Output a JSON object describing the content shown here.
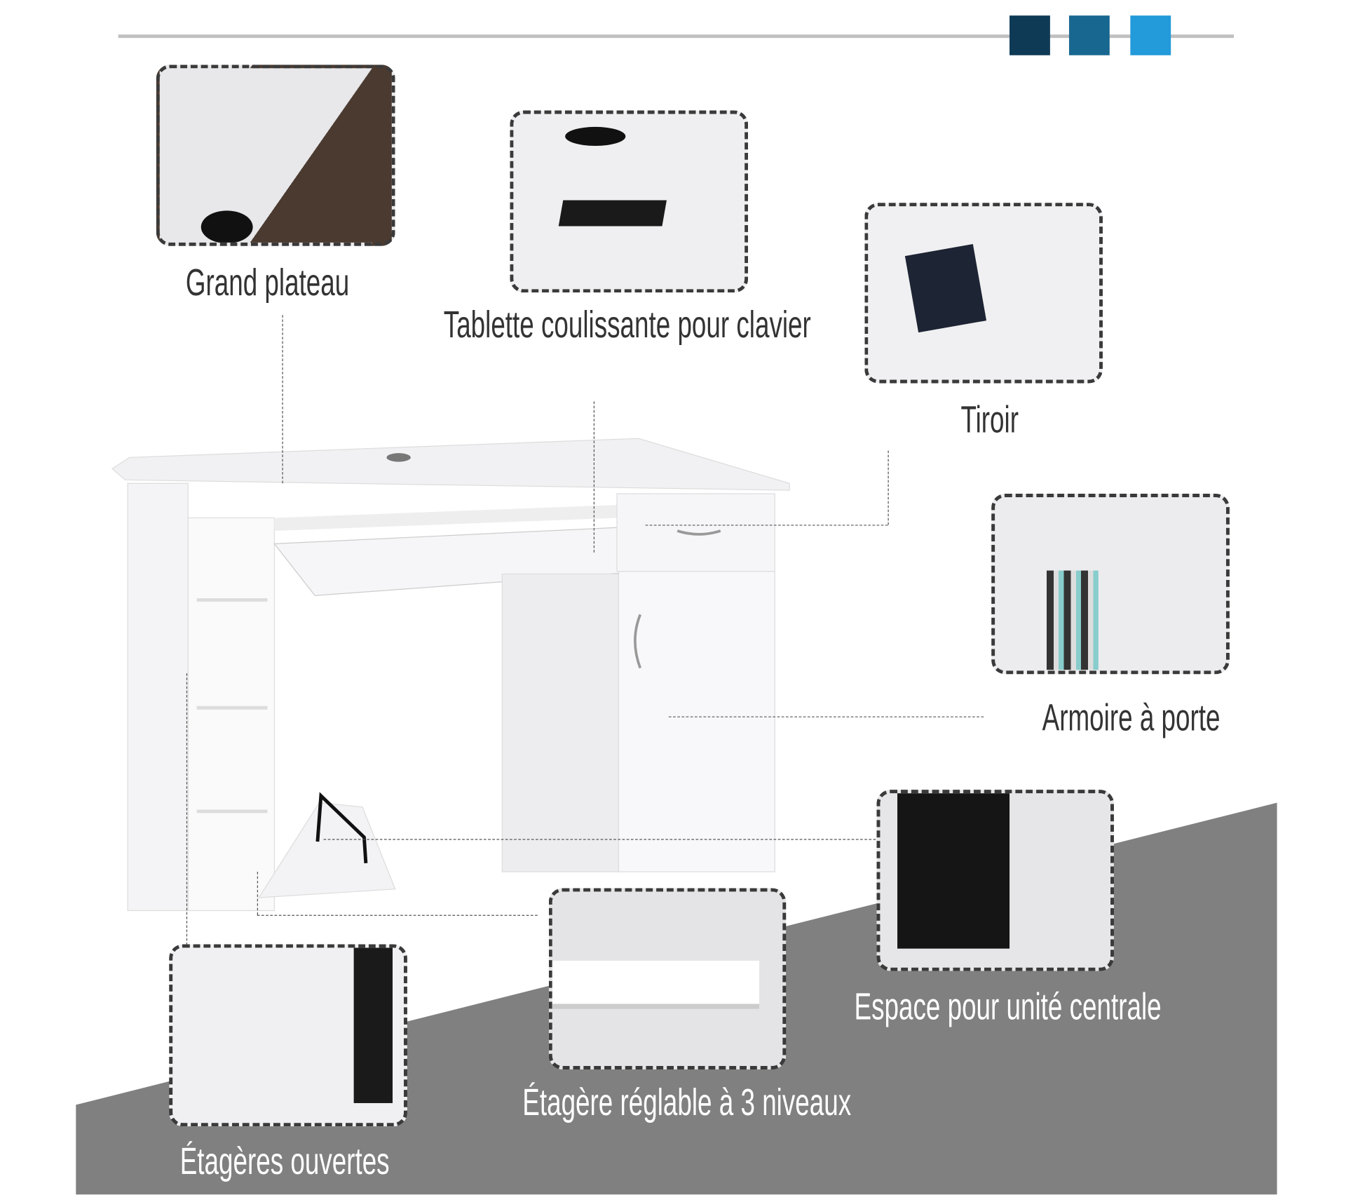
{
  "header": {
    "swatches": [
      "#0e3a56",
      "#186791",
      "#239ad9"
    ],
    "rule_color": "#c0c0c0"
  },
  "background": {
    "band_color": "#808080"
  },
  "features": [
    {
      "label": "Grand plateau"
    },
    {
      "label": "Tablette coulissante pour clavier"
    },
    {
      "label": "Tiroir"
    },
    {
      "label": "Armoire à porte"
    },
    {
      "label": "Espace pour unité centrale"
    },
    {
      "label": "Étagère réglable à 3 niveaux"
    },
    {
      "label": "Étagères ouvertes"
    }
  ]
}
